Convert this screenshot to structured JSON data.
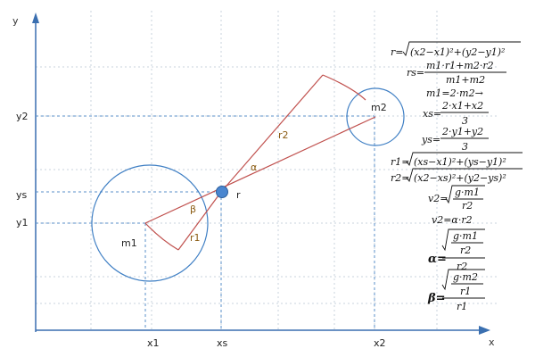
{
  "axes": {
    "x_label": "x",
    "y_label": "y",
    "x_ticks": [
      "x1",
      "xs",
      "x2"
    ],
    "y_ticks": [
      "y2",
      "ys",
      "y1"
    ]
  },
  "points": {
    "m1_label": "m1",
    "m2_label": "m2",
    "r_label": "r"
  },
  "segments": {
    "r1_label": "r1",
    "r2_label": "r2",
    "alpha_label": "α",
    "beta_label": "β"
  },
  "formulas": {
    "f1_lhs": "r=",
    "f1_rhs": "(x2−x1)²+(y2−y1)²",
    "f2_lhs": "rs=",
    "f2_num": "m1·r1+m2·r2",
    "f2_den": "m1+m2",
    "f3": "m1=2·m2→",
    "f4_lhs": "xs=",
    "f4_num": "2·x1+x2",
    "f4_den": "3",
    "f5_lhs": "ys=",
    "f5_num": "2·y1+y2",
    "f5_den": "3",
    "f6_lhs": "r1=",
    "f6_rhs": "(xs−x1)²+(ys−y1)²",
    "f7_lhs": "r2=",
    "f7_rhs": "(x2−xs)²+(y2−ys)²",
    "f8_lhs": "v2=",
    "f8_num": "g·m1",
    "f8_den": "r2",
    "f9": "v2=α·r2",
    "f10_lhs": "α=",
    "f10_inner_num": "g·m1",
    "f10_inner_den": "r2",
    "f10_den": "r2",
    "f11_lhs": "β=",
    "f11_inner_num": "g·m2",
    "f11_inner_den": "r1",
    "f11_den": "r1"
  },
  "colors": {
    "grid": "#c9d3de",
    "axis": "#3a6fb0",
    "circle": "#3f7fc4",
    "arc": "#c0504d",
    "center": "#4a86d0",
    "guide": "#5a8fc9"
  }
}
